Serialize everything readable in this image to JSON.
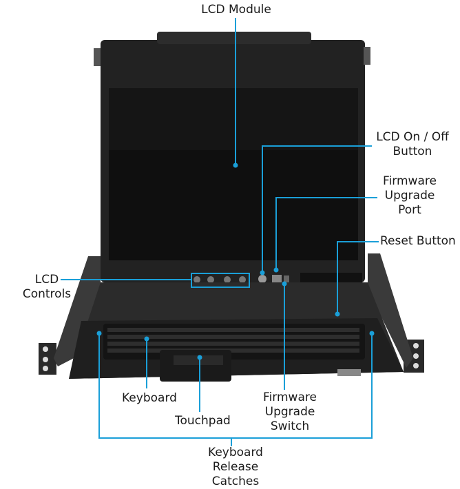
{
  "labels": {
    "lcd_module": "LCD Module",
    "lcd_onoff": "LCD On / Off\nButton",
    "fw_port": "Firmware\nUpgrade\nPort",
    "reset": "Reset Button",
    "lcd_controls": "LCD\nControls",
    "keyboard": "Keyboard",
    "touchpad": "Touchpad",
    "fw_switch": "Firmware\nUpgrade\nSwitch",
    "release": "Keyboard\nRelease\nCatches"
  },
  "colors": {
    "callout_line": "#1a9fd8",
    "device_body": "#1c1c1c",
    "screen": "#0f0f0f"
  }
}
